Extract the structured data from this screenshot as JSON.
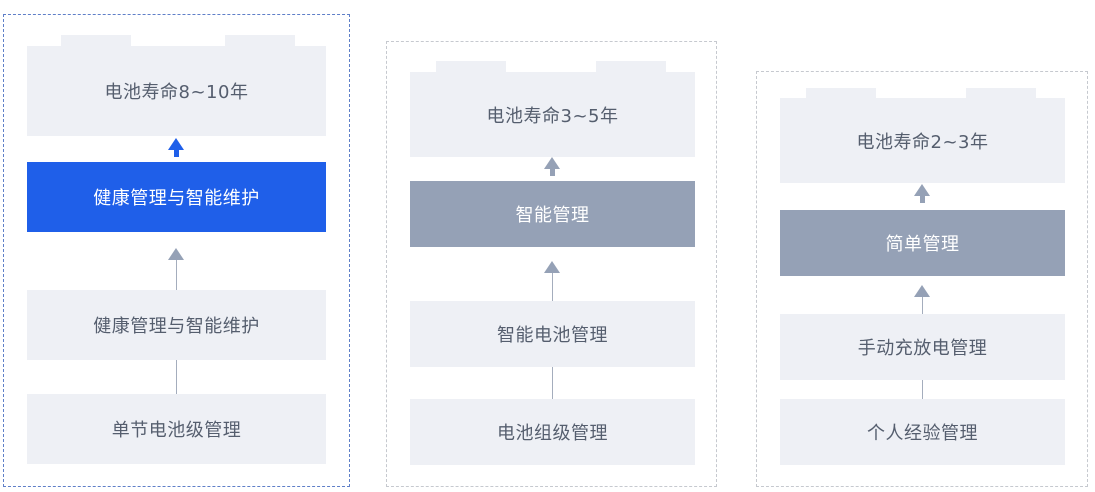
{
  "columns": [
    {
      "lifespan": "电池寿命8~10年",
      "tier3": "健康管理与智能维护",
      "tier2": "健康管理与智能维护",
      "tier1": "单节电池级管理"
    },
    {
      "lifespan": "电池寿命3~5年",
      "tier3": "智能管理",
      "tier2": "智能电池管理",
      "tier1": "电池组级管理"
    },
    {
      "lifespan": "电池寿命2~3年",
      "tier3": "简单管理",
      "tier2": "手动充放电管理",
      "tier1": "个人经验管理"
    }
  ],
  "colors": {
    "highlight": "#1f5fe9",
    "active": "#95a1b6",
    "card": "#eef0f5"
  }
}
